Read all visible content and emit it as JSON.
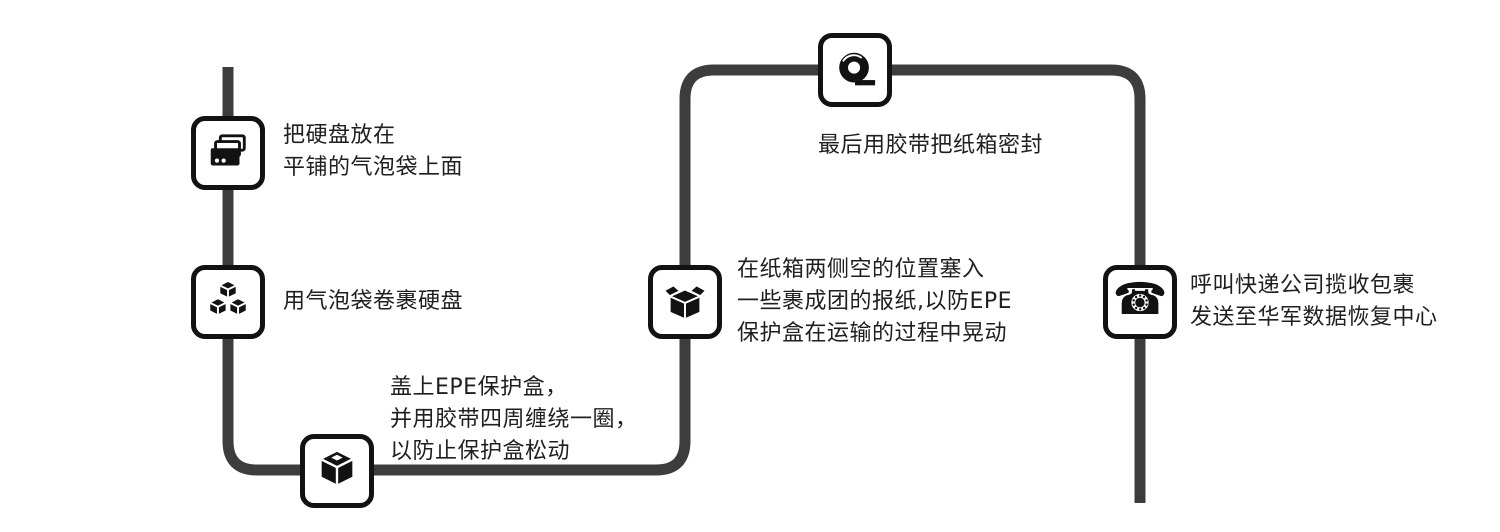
{
  "colors": {
    "line": "#3d3d3d",
    "icon": "#121212",
    "text": "#1f1f1f"
  },
  "phone_glyph": "☎",
  "steps": [
    {
      "name": "place-drive-on-bubble-bag",
      "icon": "hard-drive-stack-icon",
      "lines": [
        "把硬盘放在",
        "平铺的气泡袋上面"
      ]
    },
    {
      "name": "wrap-drive-with-bubble-bag",
      "icon": "bubble-wrap-cubes-icon",
      "lines": [
        "用气泡袋卷裹硬盘"
      ]
    },
    {
      "name": "cover-epe-box-and-tape",
      "icon": "sealed-cube-icon",
      "lines": [
        "盖上EPE保护盒，",
        "并用胶带四周缠绕一圈，",
        "以防止保护盒松动"
      ]
    },
    {
      "name": "stuff-newspaper-in-carton",
      "icon": "open-carton-icon",
      "lines": [
        "在纸箱两侧空的位置塞入",
        "一些裹成团的报纸,以防EPE",
        "保护盒在运输的过程中晃动"
      ]
    },
    {
      "name": "seal-carton-with-tape",
      "icon": "tape-roll-icon",
      "lines": [
        "最后用胶带把纸箱密封"
      ]
    },
    {
      "name": "call-courier-send-to-center",
      "icon": "telephone-icon",
      "lines": [
        "呼叫快递公司揽收包裹",
        "发送至华军数据恢复中心"
      ]
    }
  ]
}
